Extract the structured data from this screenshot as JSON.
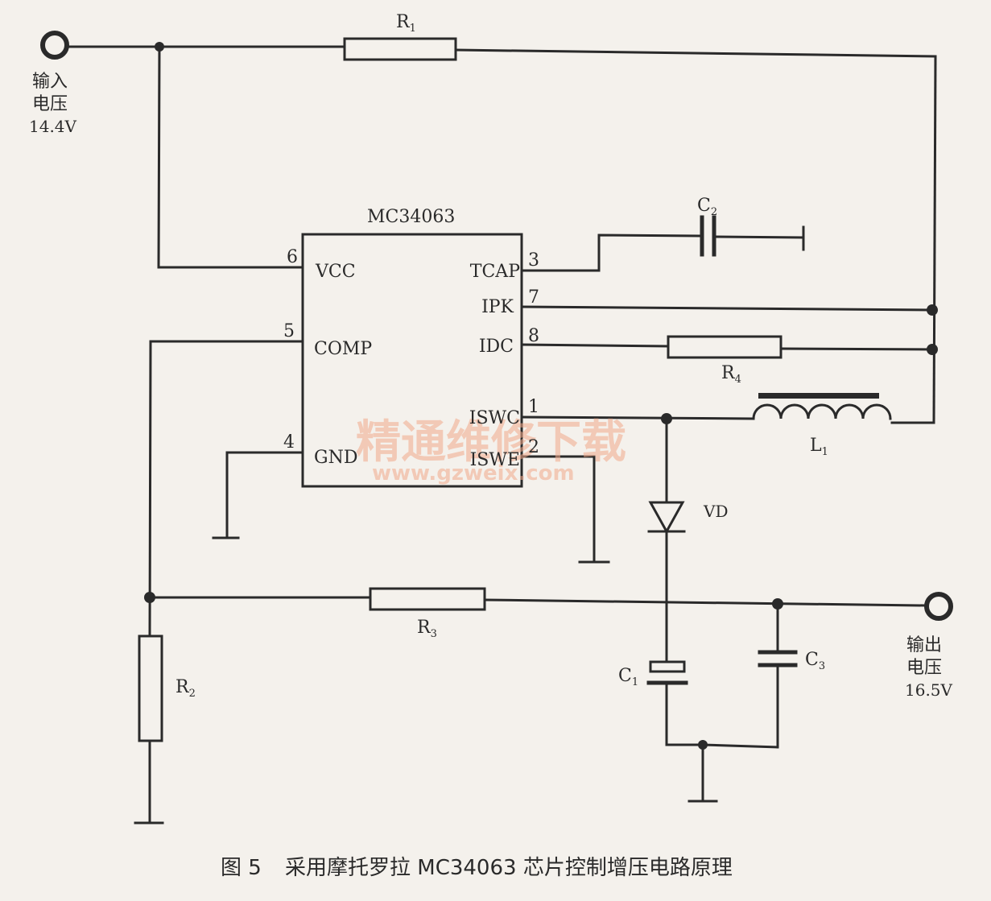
{
  "diagram": {
    "caption_number": "图 5",
    "caption_text": "采用摩托罗拉 MC34063 芯片控制增压电路原理",
    "watermark_cn": "精通维修下载",
    "watermark_url": "www.gzweix.com",
    "input": {
      "line1": "输入",
      "line2": "电压",
      "voltage": "14.4V"
    },
    "output": {
      "line1": "输出",
      "line2": "电压",
      "voltage": "16.5V"
    },
    "ic": {
      "name": "MC34063",
      "pins": [
        {
          "num": "6",
          "name": "VCC"
        },
        {
          "num": "5",
          "name": "COMP"
        },
        {
          "num": "4",
          "name": "GND"
        },
        {
          "num": "3",
          "name": "TCAP"
        },
        {
          "num": "7",
          "name": "IPK"
        },
        {
          "num": "8",
          "name": "IDC"
        },
        {
          "num": "1",
          "name": "ISWC"
        },
        {
          "num": "2",
          "name": "ISWE"
        }
      ]
    },
    "components": {
      "r1": {
        "base": "R",
        "sub": "1"
      },
      "r2": {
        "base": "R",
        "sub": "2"
      },
      "r3": {
        "base": "R",
        "sub": "3"
      },
      "r4": {
        "base": "R",
        "sub": "4"
      },
      "c1": {
        "base": "C",
        "sub": "1"
      },
      "c2": {
        "base": "C",
        "sub": "2"
      },
      "c3": {
        "base": "C",
        "sub": "3"
      },
      "l1": {
        "base": "L",
        "sub": "1"
      },
      "vd": {
        "label": "VD"
      }
    }
  }
}
